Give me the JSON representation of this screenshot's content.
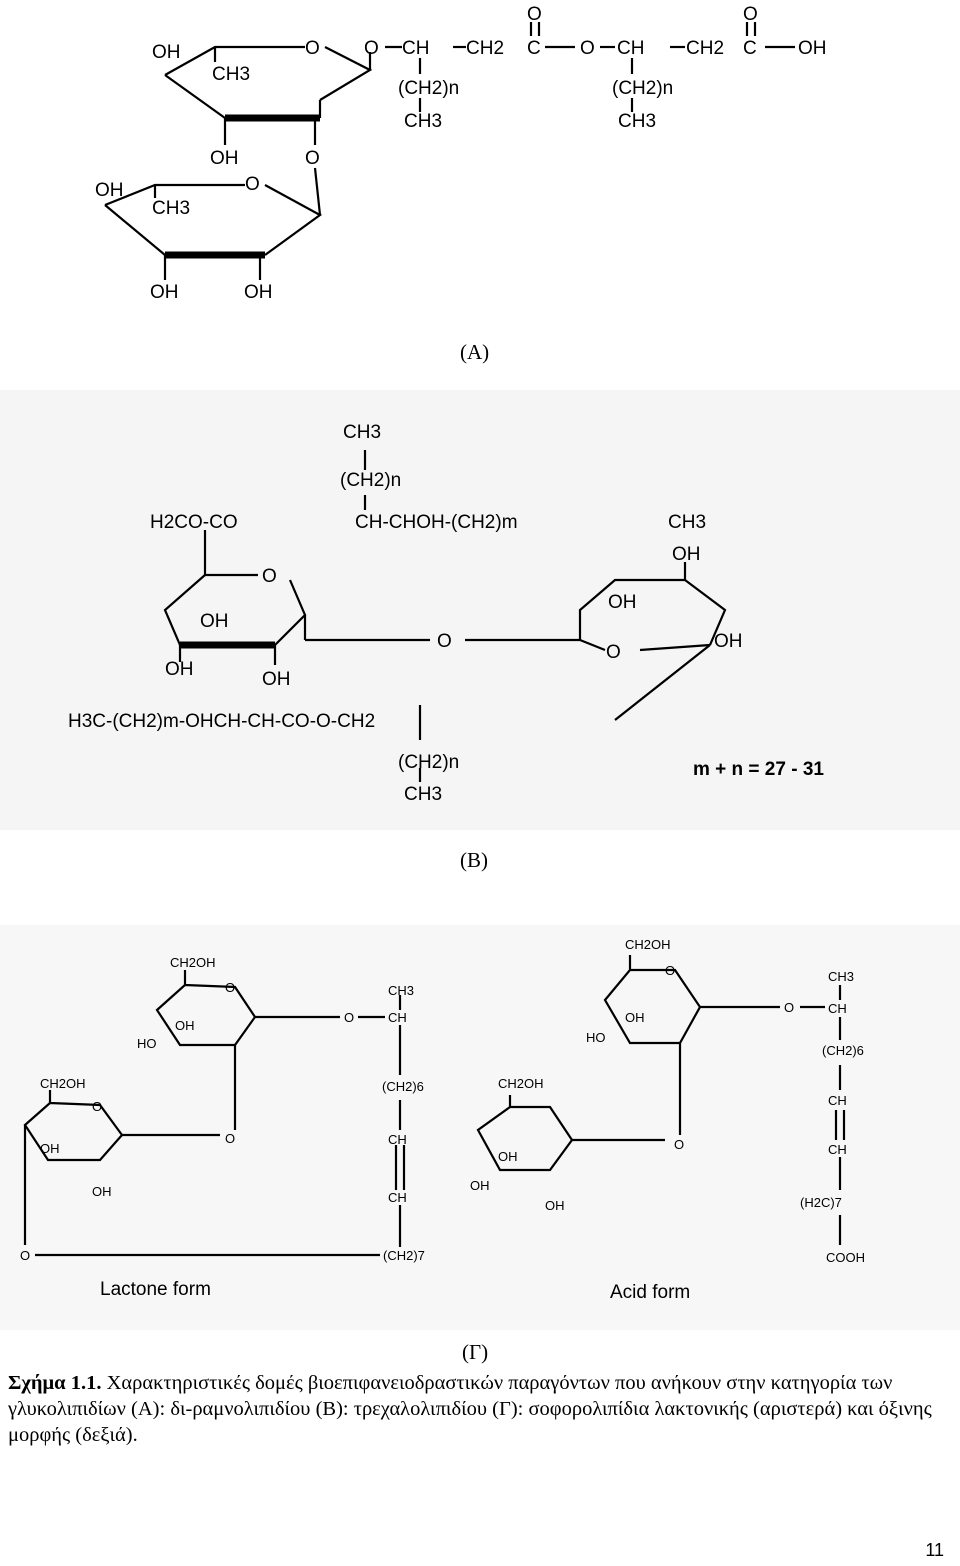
{
  "panels": {
    "a": {
      "label": "(Α)",
      "atoms": [
        "OH",
        "CH3",
        "O",
        "O",
        "CH",
        "CH2",
        "C",
        "O",
        "O",
        "CH",
        "CH2",
        "C",
        "O",
        "OH",
        "(CH2)n",
        "CH3",
        "(CH2)n",
        "CH3",
        "OH",
        "O",
        "OH",
        "CH3",
        "O",
        "OH",
        "OH"
      ]
    },
    "b": {
      "label": "(Β)",
      "atoms": [
        "CH3",
        "(CH2)n",
        "H2CO-CO",
        "CH-CHOH-(CH2)m",
        "CH3",
        "O",
        "OH",
        "OH",
        "OH",
        "O",
        "OH",
        "OH",
        "OH",
        "O",
        "H3C-(CH2)m-OHCH-CH-CO-O-CH2",
        "(CH2)n",
        "CH3"
      ],
      "formula": "m + n = 27 - 31"
    },
    "c": {
      "label": "(Γ)",
      "lactone": {
        "atoms": [
          "CH2OH",
          "O",
          "OH",
          "HO",
          "O",
          "CH3",
          "CH",
          "(CH2)6",
          "CH",
          "CH",
          "CH2OH",
          "O",
          "OH",
          "OH",
          "O",
          "O",
          "(CH2)7"
        ],
        "form_label": "Lactone form"
      },
      "acid": {
        "atoms": [
          "CH2OH",
          "O",
          "OH",
          "HO",
          "O",
          "CH3",
          "CH",
          "(CH2)6",
          "CH",
          "CH",
          "CH2OH",
          "OH",
          "OH",
          "OH",
          "O",
          "(H2C)7",
          "COOH"
        ],
        "form_label": "Acid form"
      }
    }
  },
  "caption": {
    "lead": "Σχήμα 1.1.",
    "text": " Χαρακτηριστικές δομές βιοεπιφανειοδραστικών παραγόντων που ανήκουν στην κατηγορία των γλυκολιπιδίων (Α): δι-ραμνολιπιδίου (Β): τρεχαλολιπιδίου (Γ): σοφορολιπίδια λακτονικής (αριστερά) και όξινης μορφής (δεξιά)."
  },
  "page_number": "11"
}
